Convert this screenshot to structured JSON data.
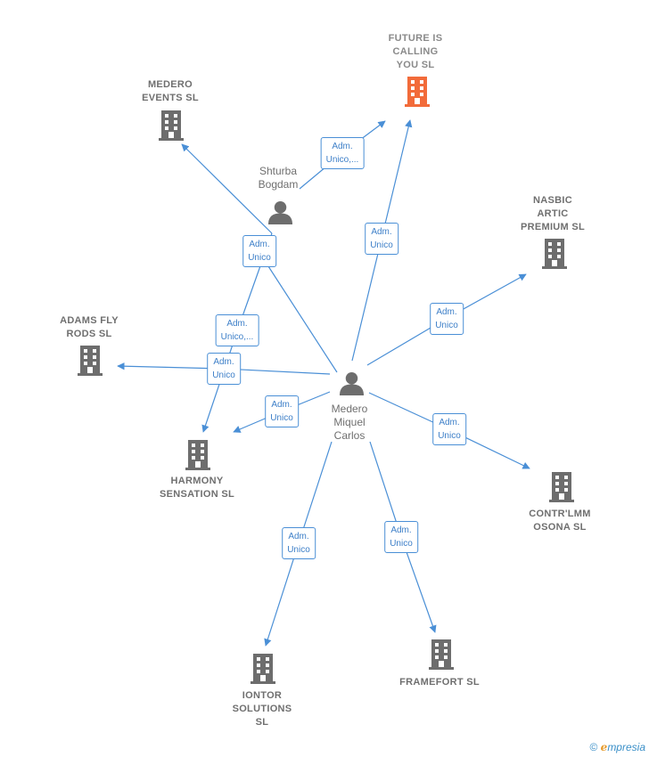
{
  "colors": {
    "edge": "#4a8fd6",
    "building": "#6d6d6d",
    "highlight_building": "#f26b3a",
    "person": "#6d6d6d"
  },
  "nodes": {
    "medero_events": {
      "label": "MEDERO\nEVENTS  SL",
      "icon": "building-icon"
    },
    "future_calling": {
      "label": "FUTURE IS\nCALLING\nYOU  SL",
      "icon": "building-icon"
    },
    "nasbic": {
      "label": "NASBIC\nARTIC\nPREMIUM  SL",
      "icon": "building-icon"
    },
    "adams": {
      "label": "ADAMS FLY\nRODS  SL",
      "icon": "building-icon"
    },
    "harmony": {
      "label": "HARMONY\nSENSATION  SL",
      "icon": "building-icon"
    },
    "contrlmm": {
      "label": "CONTR'LMM\nOSONA  SL",
      "icon": "building-icon"
    },
    "iontor": {
      "label": "IONTOR\nSOLUTIONS\nSL",
      "icon": "building-icon"
    },
    "framefort": {
      "label": "FRAMEFORT SL",
      "icon": "building-icon"
    },
    "shturba": {
      "label": "Shturba\nBogdam",
      "icon": "person-icon"
    },
    "medero_miquel": {
      "label": "Medero\nMiquel\nCarlos",
      "icon": "person-icon"
    }
  },
  "roles": {
    "shturba_future": "Adm.\nUnico,...",
    "shturba_events": "Adm.\nUnico",
    "shturba_harmony": "Adm.\nUnico,...",
    "miquel_future": "Adm.\nUnico",
    "miquel_nasbic": "Adm.\nUnico",
    "miquel_adams": "Adm.\nUnico",
    "miquel_harmony": "Adm.\nUnico",
    "miquel_contrlmm": "Adm.\nUnico",
    "miquel_iontor": "Adm.\nUnico",
    "miquel_framefort": "Adm.\nUnico"
  },
  "footer": {
    "copyright": "©",
    "brand_e": "e",
    "brand_rest": "mpresia"
  }
}
